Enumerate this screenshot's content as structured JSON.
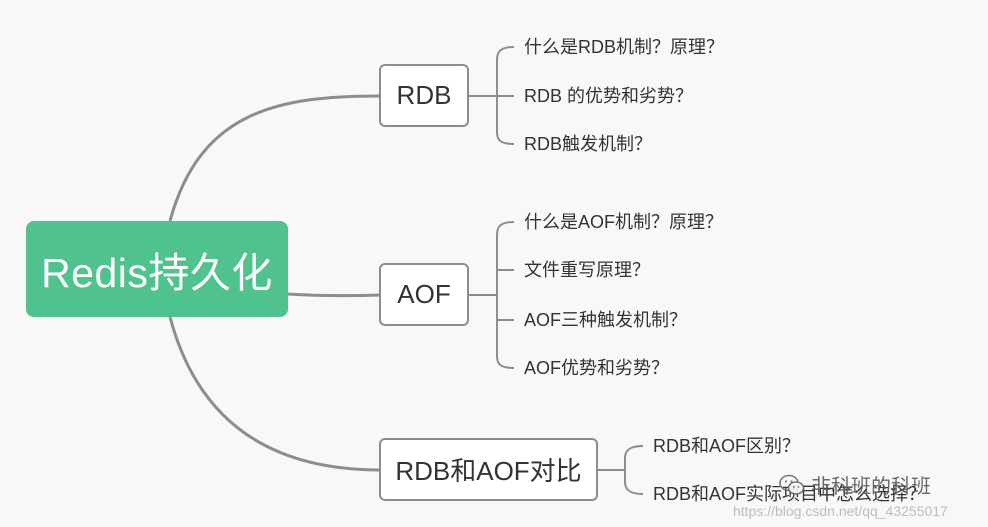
{
  "root": {
    "label": "Redis持久化"
  },
  "branches": [
    {
      "label": "RDB",
      "leaves": [
        "什么是RDB机制？原理？",
        "RDB 的优势和劣势？",
        "RDB触发机制？"
      ]
    },
    {
      "label": "AOF",
      "leaves": [
        "什么是AOF机制？原理？",
        "文件重写原理？",
        "AOF三种触发机制？",
        "AOF优势和劣势？"
      ]
    },
    {
      "label": "RDB和AOF对比",
      "leaves": [
        "RDB和AOF区别？",
        "RDB和AOF实际项目中怎么选择？"
      ]
    }
  ],
  "watermark": {
    "text": "非科班的科班",
    "icon": "wechat-icon"
  },
  "url": "https://blog.csdn.net/qq_43255017",
  "colors": {
    "root_bg": "#4fc28e",
    "edge": "#8d8d8d",
    "text": "#333333"
  }
}
